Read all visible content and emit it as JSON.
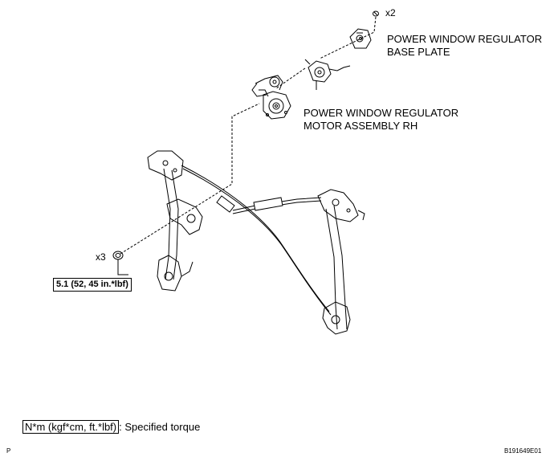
{
  "labels": {
    "base_plate_line1": "POWER WINDOW REGULATOR",
    "base_plate_line2": "BASE PLATE",
    "motor_line1": "POWER WINDOW REGULATOR",
    "motor_line2": "MOTOR ASSEMBLY RH",
    "qty_screw": "x2",
    "qty_nut": "x3",
    "torque": "5.1 (52, 45 in.*lbf)"
  },
  "legend": {
    "unit": "N*m (kgf*cm, ft.*lbf)",
    "text": ": Specified torque"
  },
  "footer": {
    "left_mark": "P",
    "figure_code": "B191649E01"
  }
}
